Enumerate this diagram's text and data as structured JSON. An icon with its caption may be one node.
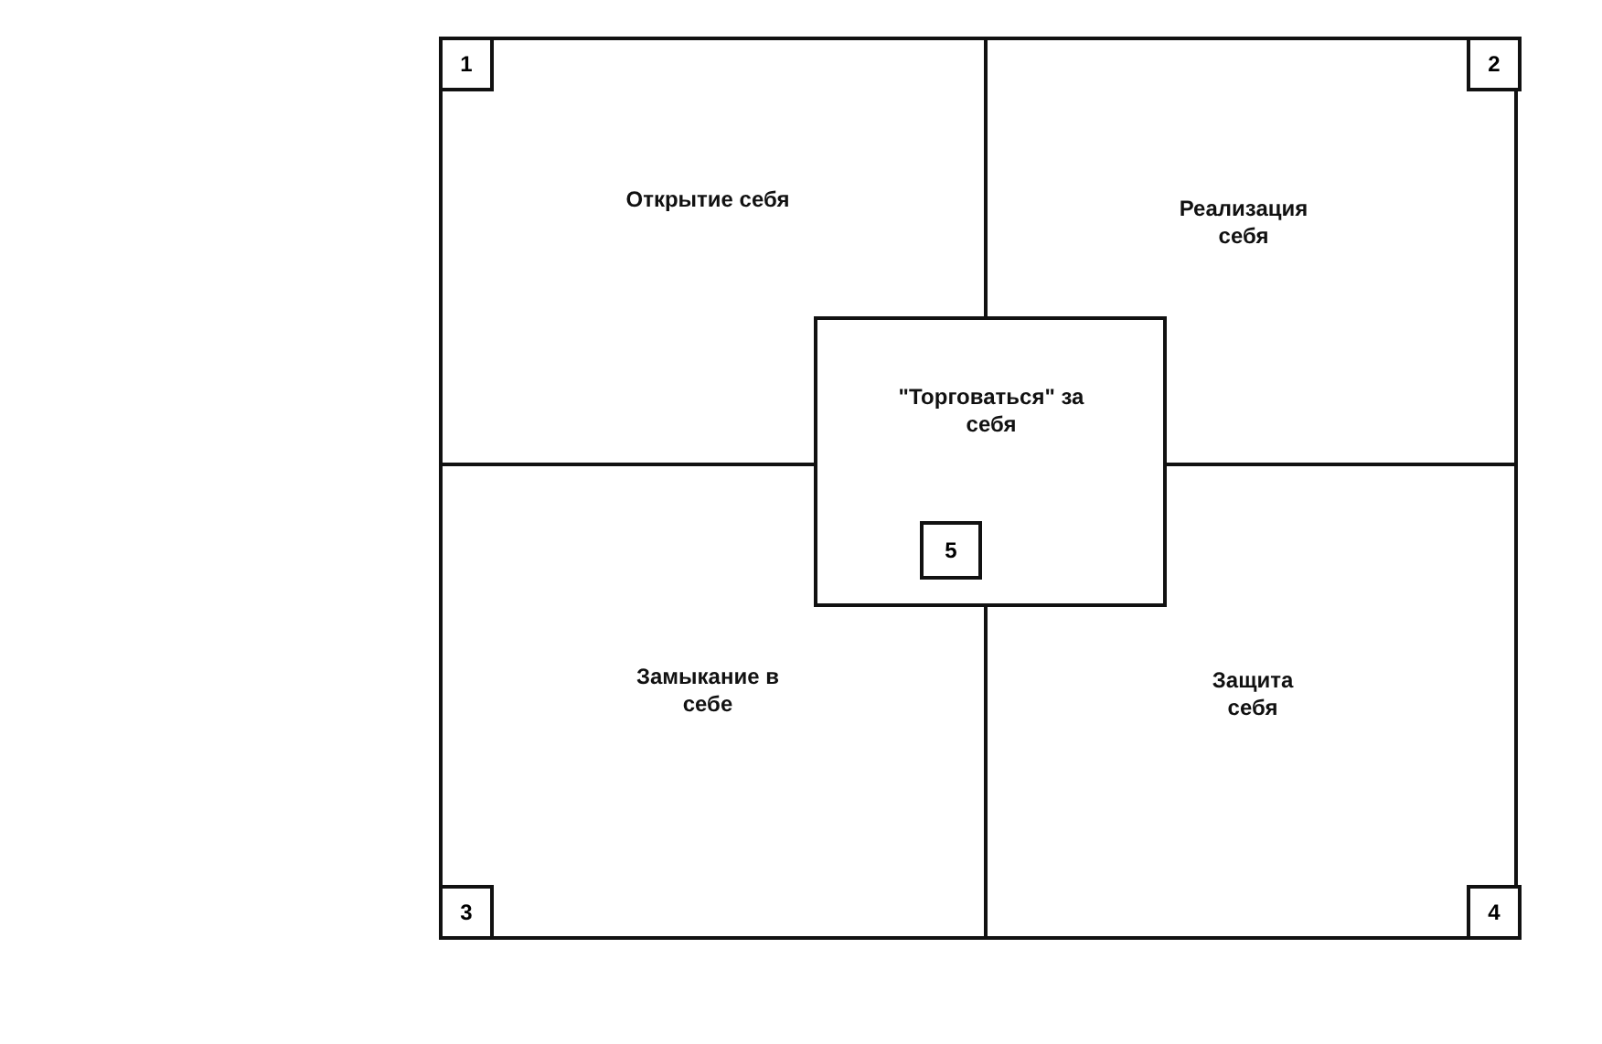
{
  "diagram": {
    "nodes": [
      {
        "text": [
          "Открытие себя"
        ]
      },
      {
        "text": [
          "1"
        ],
        "in": 0
      },
      {
        "text": [
          "Реализация себя"
        ]
      },
      {
        "text": [
          "2"
        ],
        "in": 2
      },
      {
        "text": [
          "Замыкание в себе"
        ]
      },
      {
        "text": [
          "3"
        ],
        "in": 4
      },
      {
        "text": [
          "Защита себя"
        ]
      },
      {
        "text": [
          "4"
        ],
        "in": 6
      },
      {
        "text": [
          "\"Торговаться\" за себя"
        ]
      },
      {
        "text": [
          "5"
        ]
      }
    ]
  }
}
